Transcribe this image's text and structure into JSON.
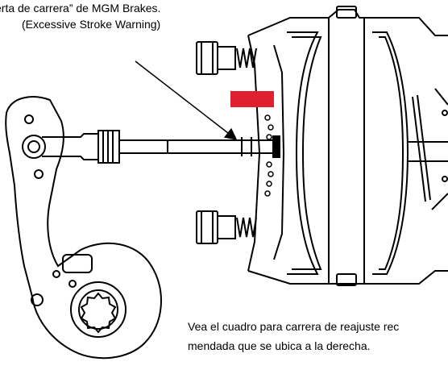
{
  "captions": {
    "top_line_1": "erta de carrera” de MGM Brakes.",
    "top_line_2": "(Excessive Stroke Warning)",
    "bottom_line_1": "Vea el cuadro para carrera de reajuste rec",
    "bottom_line_2": "mendada que se ubica a la derecha."
  },
  "colors": {
    "line": "#000000",
    "background": "#ffffff",
    "warning_marker": "#e0202e"
  },
  "icons": {
    "warning_marker": "red-stroke-warning-band"
  }
}
